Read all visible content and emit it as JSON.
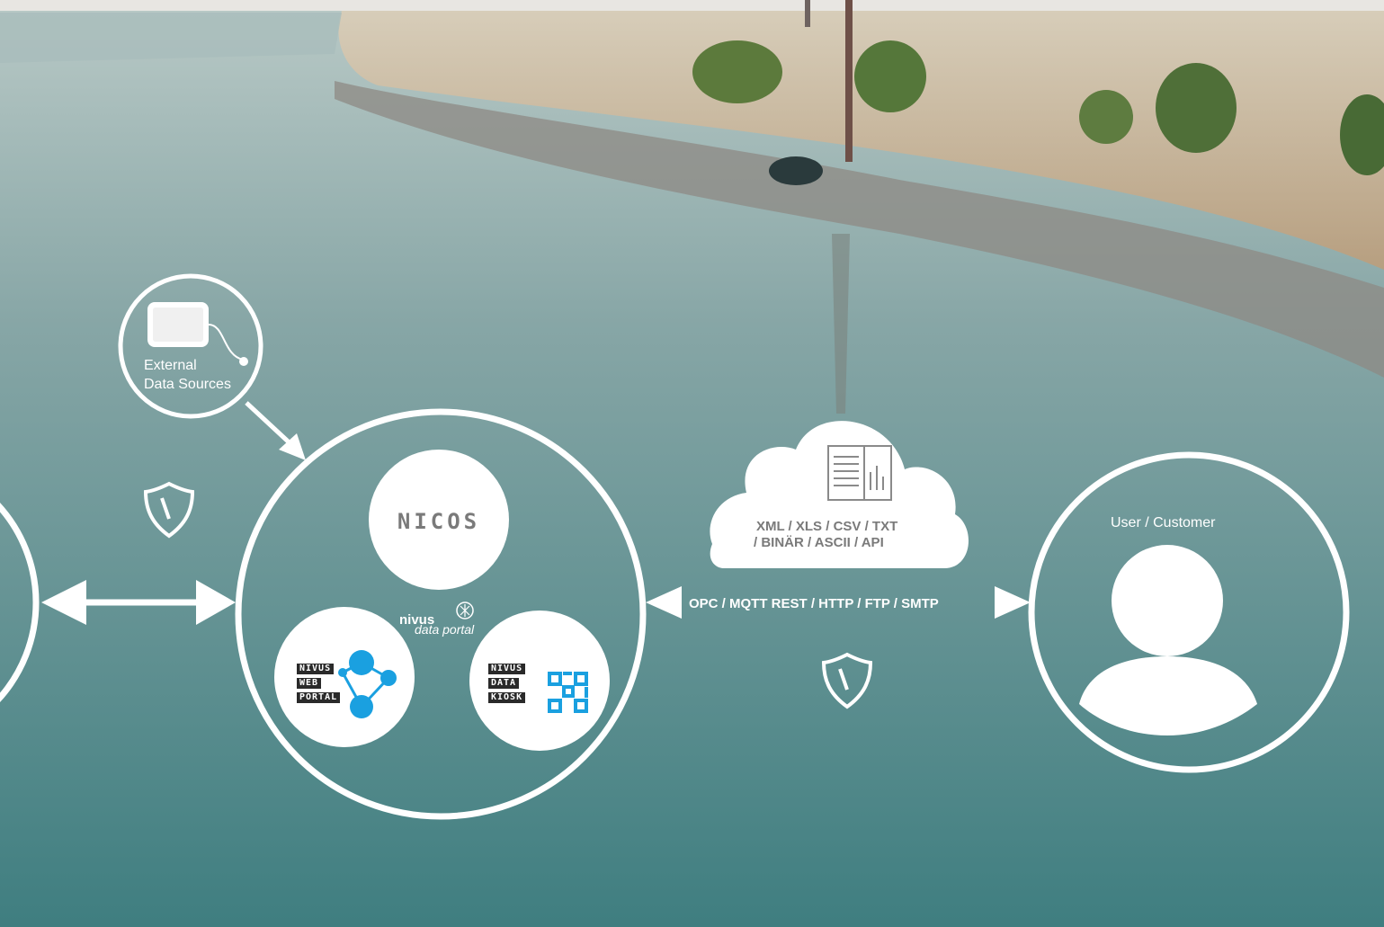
{
  "external_sources": {
    "label_line1": "External",
    "label_line2": "Data Sources"
  },
  "core": {
    "nicos_logo": "NICOS",
    "nivus_brand": "nivus",
    "portal_label": "data portal",
    "web_portal_tags": [
      "NIVUS",
      "WEB",
      "PORTAL"
    ],
    "data_kiosk_tags": [
      "NIVUS",
      "DATA",
      "KIOSK"
    ]
  },
  "cloud": {
    "formats_line1": "XML / XLS / CSV / TXT",
    "formats_line2": "/ BINÄR / ASCII / API"
  },
  "protocols": {
    "label": "OPC / MQTT REST / HTTP / FTP / SMTP"
  },
  "user": {
    "label": "User / Customer"
  },
  "colors": {
    "water": "#5f8d8f",
    "sky": "#d9d6d0",
    "ground": "#b8a68c",
    "accent_blue": "#1aa0e0",
    "text_gray": "#7a7a7a"
  }
}
